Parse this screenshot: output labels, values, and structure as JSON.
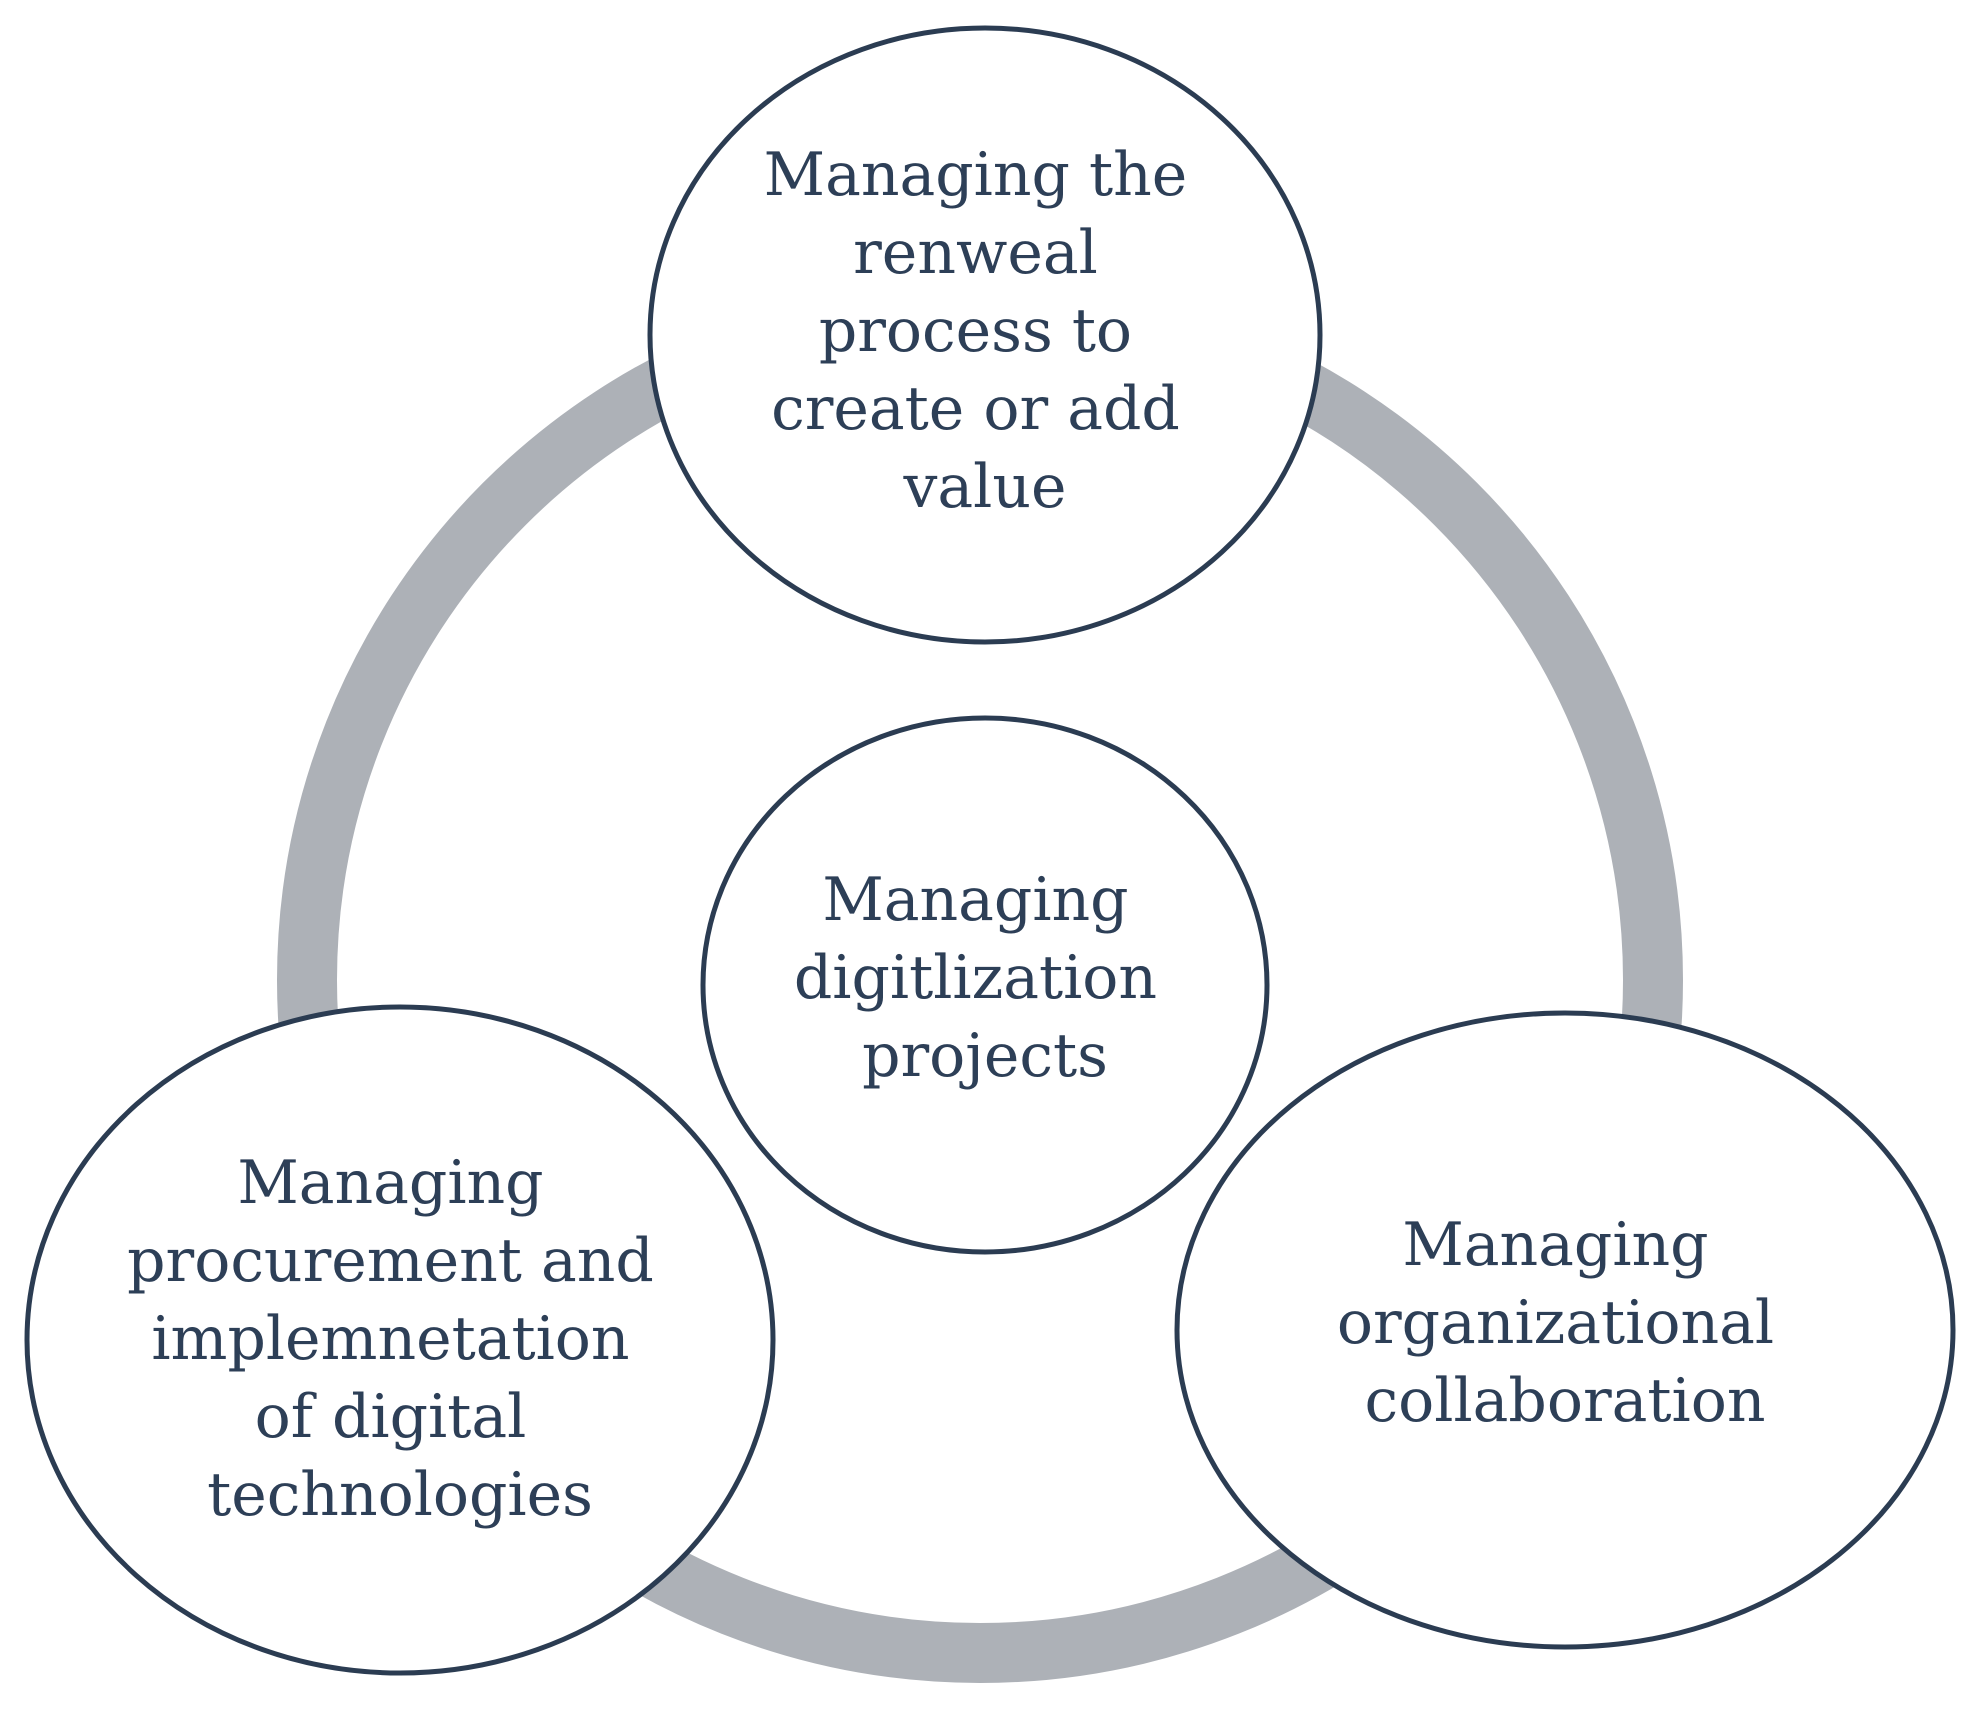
{
  "colors": {
    "ring": "#adb1b7",
    "node_stroke": "#2b3c52",
    "node_fill": "#ffffff",
    "text": "#2d3f57",
    "background": "#ffffff"
  },
  "nodes": {
    "top": {
      "lines": [
        "Managing the",
        "renweal",
        "process to",
        "create or add",
        "value"
      ]
    },
    "center": {
      "lines": [
        "Managing",
        "digitlization",
        "projects"
      ]
    },
    "bottom_left": {
      "lines": [
        "Managing",
        "procurement and",
        "implemnetation",
        "of digital",
        "technologies"
      ]
    },
    "bottom_right": {
      "lines": [
        "Managing",
        "organizational",
        "collaboration"
      ]
    }
  }
}
